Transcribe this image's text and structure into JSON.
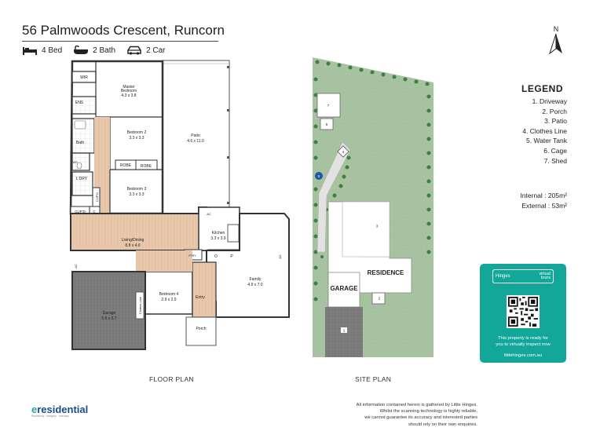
{
  "header": {
    "address": "56 Palmwoods Crescent, Runcorn",
    "beds": "4 Bed",
    "baths": "2 Bath",
    "cars": "2 Car"
  },
  "compass": {
    "label": "N"
  },
  "legend": {
    "title": "LEGEND",
    "items": [
      "1. Driveway",
      "2. Porch",
      "3. Patio",
      "4. Clothes Line",
      "5. Water Tank",
      "6. Cage",
      "7. Shed"
    ]
  },
  "areas": {
    "internal_label": "Internal",
    "internal_value": ": 205m²",
    "external_label": "External",
    "external_value": ":  53m²"
  },
  "floor_plan": {
    "caption": "FLOOR PLAN",
    "rooms": {
      "wir": "WIR",
      "master": "Master",
      "master2": "Bedroom",
      "master_dim": "4.3 x 3.8",
      "ens": "ENS",
      "bed2": "Bedroom 2",
      "bed2_dim": "3.3 x 3.3",
      "bath": "Bath",
      "wc": "WC",
      "robe1": "ROBE",
      "robe2": "ROBE",
      "ldry": "L'DRY",
      "cupd1": "CUP'D",
      "cupd2": "CUP'D",
      "c": "C",
      "bed3": "Bedroom 3",
      "bed3_dim": "3.3 x 3.3",
      "patio": "Patio",
      "patio_dim": "4.6 x 11.0",
      "living": "Living/Dining",
      "living_dim": "8.8 x 4.0",
      "kitchen": "Kitchen",
      "kitchen_dim": "3.3 x 3.9",
      "pantry": "PTRY",
      "o": "O",
      "p": "P",
      "family": "Family",
      "family_dim": "4.9 x 7.0",
      "ac1": "AC",
      "ac2": "AC",
      "ac3": "AC",
      "bed4": "Bedroom 4",
      "bed4_dim": "2.9 x 2.9",
      "entry": "Entry",
      "garage": "Garage",
      "garage_dim": "5.6 x 5.7",
      "clothes": "Clothes Line",
      "porch": "Porch"
    }
  },
  "site_plan": {
    "caption": "SITE PLAN",
    "residence": "RESIDENCE",
    "garage": "GARAGE",
    "markers": [
      "1",
      "2",
      "3",
      "4",
      "5",
      "6",
      "7"
    ]
  },
  "virtual_tours": {
    "brand_left": "Hinges",
    "brand_right_1": "virtual",
    "brand_right_2": "tours",
    "message_1": "This property is ready for",
    "message_2": "you to virtually inspect now",
    "url": "littlehinges.com.au"
  },
  "agency": {
    "logo_e": "e",
    "logo_rest": "residential",
    "tagline": "Residency · Integrity · Intimacy"
  },
  "disclaimer": [
    "All information contained herein is gathered by Little Hinges.",
    "Whilst the scanning technology is highly reliable,",
    "we cannot guarantee its accuracy and interested parties",
    "should rely on their own enquiries."
  ],
  "colors": {
    "accent": "#13a79a",
    "lawn": "#a9c4a3",
    "timber": "#e6c3a7",
    "hatch": "#7d7d7d"
  }
}
